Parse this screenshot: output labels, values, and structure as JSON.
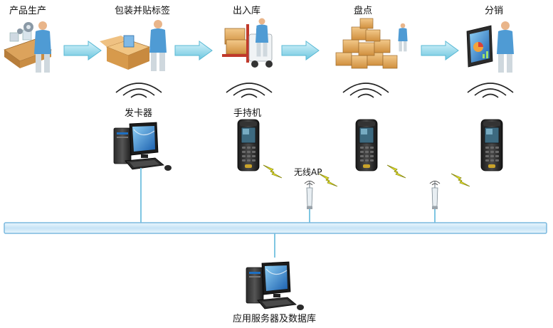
{
  "stages": [
    {
      "label": "产品生产"
    },
    {
      "label": "包装并贴标签"
    },
    {
      "label": "出入库"
    },
    {
      "label": "盘点"
    },
    {
      "label": "分销"
    }
  ],
  "devices": {
    "card_issuer": "发卡器",
    "handheld": "手持机",
    "wireless_ap": "无线AP",
    "server": "应用服务器及数据库"
  },
  "colors": {
    "arrow": "#7fd3e6",
    "bus": "#cfe8f7",
    "bus_border": "#7ab8de",
    "link": "#7fc6e2",
    "signal": "#f2ef2a",
    "box": "#e0a85a"
  },
  "icons": [
    "factory-worker-icon",
    "packing-worker-icon",
    "forklift-icon",
    "boxes-stack-icon",
    "display-worker-icon",
    "desktop-computer-icon",
    "handheld-terminal-icon",
    "wireless-antenna-icon",
    "lightning-signal-icon",
    "rfid-wave-icon"
  ]
}
